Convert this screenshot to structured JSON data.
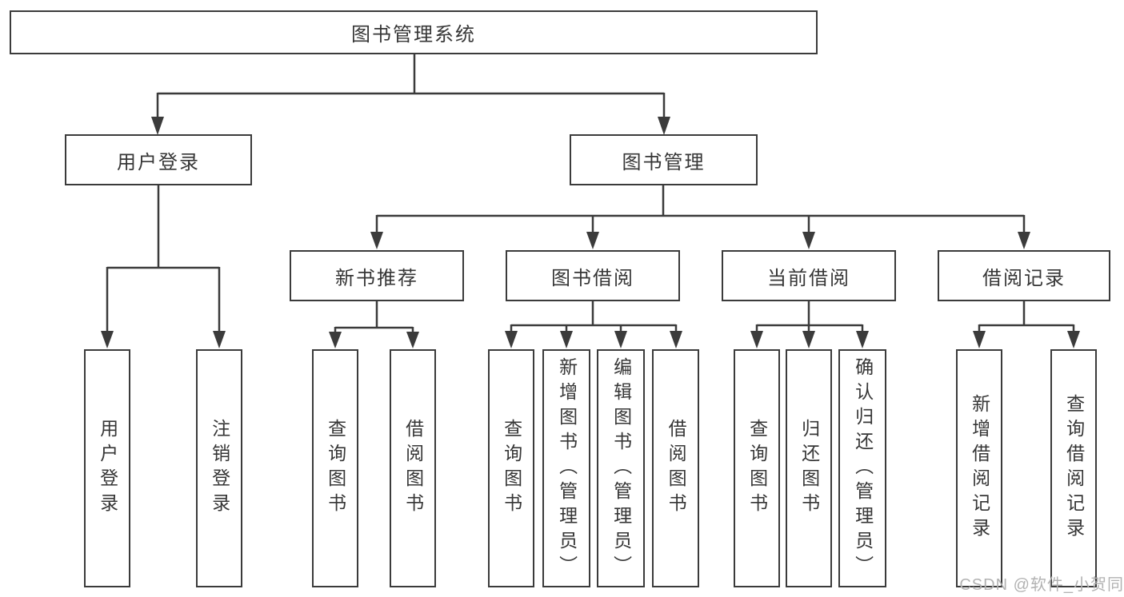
{
  "diagram": {
    "title": "图书管理系统",
    "root": {
      "label": "图书管理系统"
    },
    "level2": [
      {
        "id": "user-login",
        "label": "用户登录"
      },
      {
        "id": "book-management",
        "label": "图书管理"
      }
    ],
    "level3": [
      {
        "id": "new-book-recommend",
        "label": "新书推荐"
      },
      {
        "id": "book-borrow",
        "label": "图书借阅"
      },
      {
        "id": "current-borrow",
        "label": "当前借阅"
      },
      {
        "id": "borrow-records",
        "label": "借阅记录"
      }
    ],
    "leaves": {
      "user_login": [
        "用户登录",
        "注销登录"
      ],
      "new_book_recommend": [
        "查询图书",
        "借阅图书"
      ],
      "book_borrow": [
        "查询图书",
        "新增图书（管理员）",
        "编辑图书（管理员）",
        "借阅图书"
      ],
      "current_borrow": [
        "查询图书",
        "归还图书",
        "确认归还（管理员）"
      ],
      "borrow_records": [
        "新增借阅记录",
        "查询借阅记录"
      ]
    }
  },
  "watermark": {
    "text": "CSDN @软件_小贺同学"
  },
  "colors": {
    "line": "#3b3b3b",
    "box_border": "#3b3b3b",
    "text": "#363636",
    "watermark": "#b2b2b2",
    "background": "#ffffff"
  }
}
